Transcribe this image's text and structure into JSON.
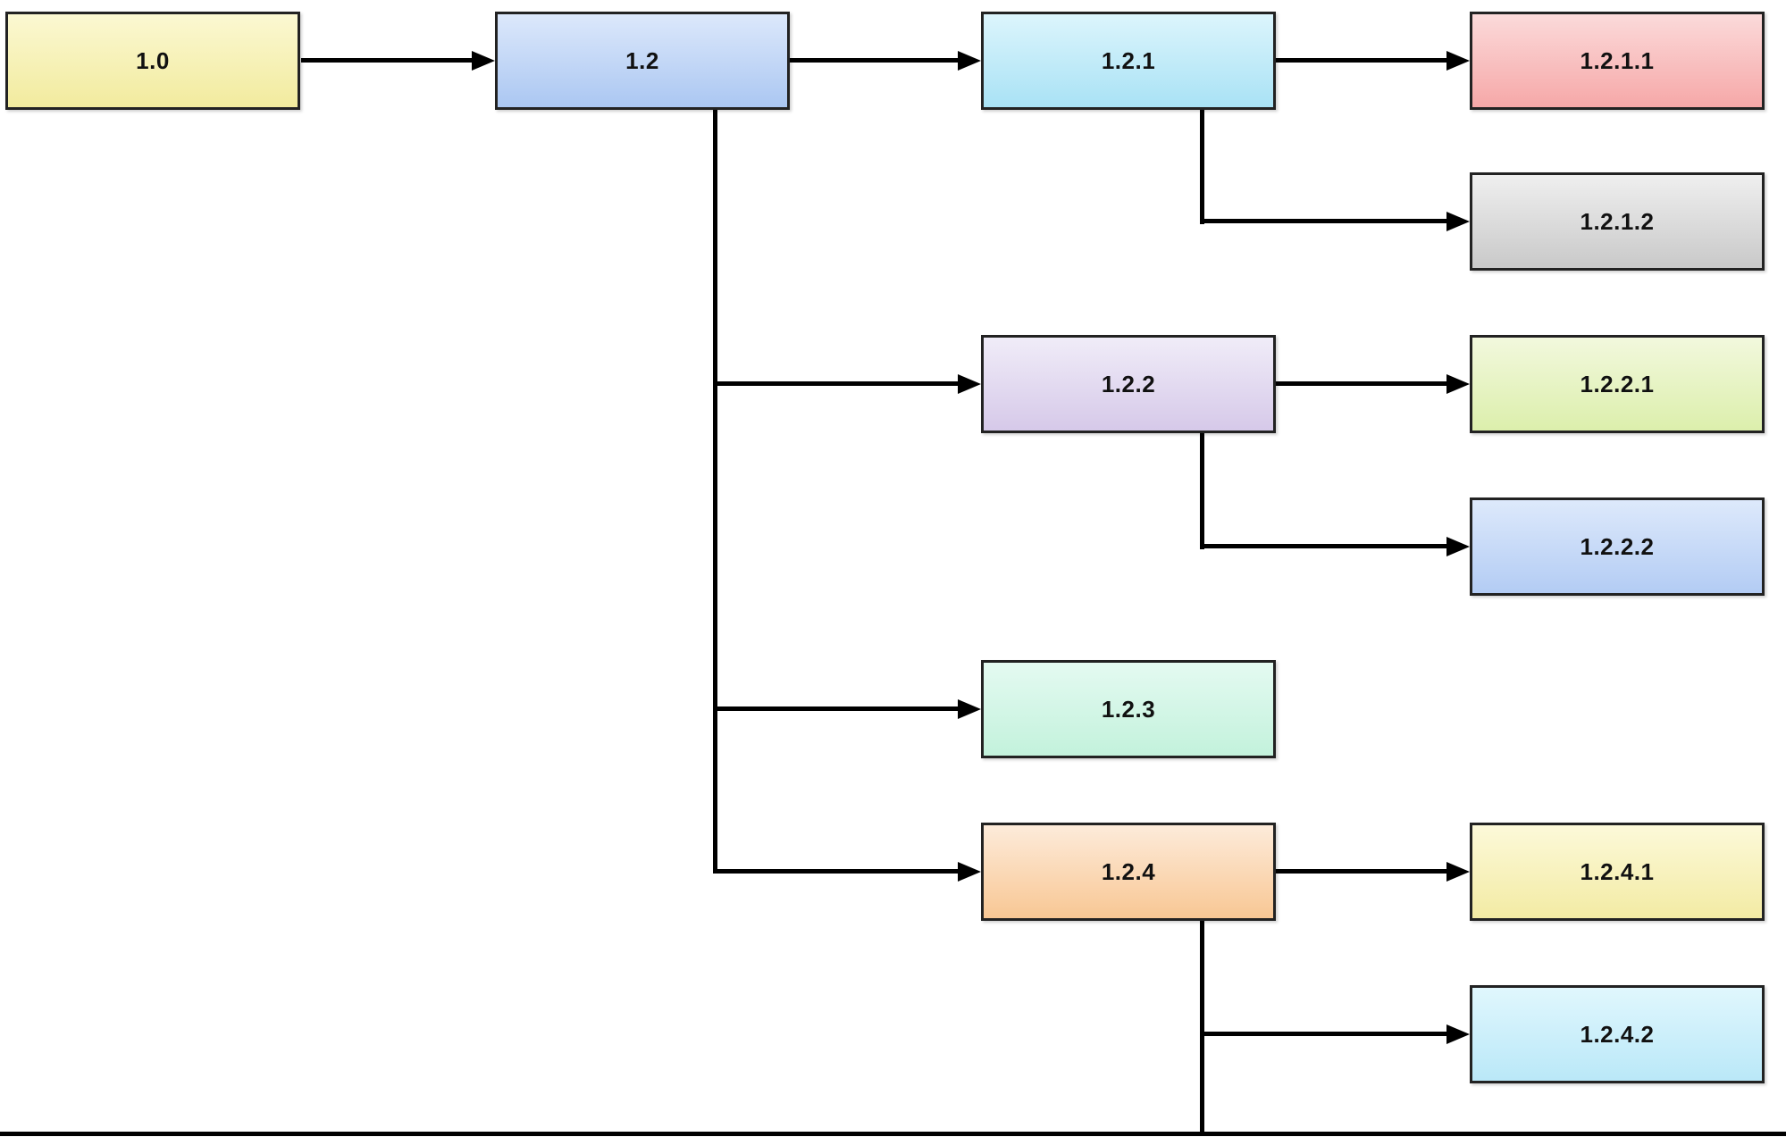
{
  "diagram": {
    "background_color": "#ffffff",
    "line_color": "#000000",
    "node_border_color": "#222222",
    "node_text_color": "#111111",
    "nodes": [
      {
        "id": "1.0",
        "label": "1.0",
        "gradient_top": "#FBF8D2",
        "gradient_bottom": "#F2EB9E"
      },
      {
        "id": "1.2",
        "label": "1.2",
        "gradient_top": "#DCE8FB",
        "gradient_bottom": "#ABC7F2"
      },
      {
        "id": "1.2.1",
        "label": "1.2.1",
        "gradient_top": "#DCF5FC",
        "gradient_bottom": "#A9E2F5"
      },
      {
        "id": "1.2.1.1",
        "label": "1.2.1.1",
        "gradient_top": "#FBDADA",
        "gradient_bottom": "#F6A8A8"
      },
      {
        "id": "1.2.1.2",
        "label": "1.2.1.2",
        "gradient_top": "#EFEFEF",
        "gradient_bottom": "#C9C9C9"
      },
      {
        "id": "1.2.2",
        "label": "1.2.2",
        "gradient_top": "#F0ECF8",
        "gradient_bottom": "#D6C9E9"
      },
      {
        "id": "1.2.2.1",
        "label": "1.2.2.1",
        "gradient_top": "#F2F8DD",
        "gradient_bottom": "#DCEFAC"
      },
      {
        "id": "1.2.2.2",
        "label": "1.2.2.2",
        "gradient_top": "#DDE9FB",
        "gradient_bottom": "#B3CCF4"
      },
      {
        "id": "1.2.3",
        "label": "1.2.3",
        "gradient_top": "#E4FAF1",
        "gradient_bottom": "#C3F2DC"
      },
      {
        "id": "1.2.4",
        "label": "1.2.4",
        "gradient_top": "#FDEBDA",
        "gradient_bottom": "#F8C794"
      },
      {
        "id": "1.2.4.1",
        "label": "1.2.4.1",
        "gradient_top": "#FCF9D9",
        "gradient_bottom": "#F3EBA4"
      },
      {
        "id": "1.2.4.2",
        "label": "1.2.4.2",
        "gradient_top": "#E0F7FD",
        "gradient_bottom": "#BAE8F8"
      }
    ],
    "edges": [
      {
        "from": "1.0",
        "to": "1.2"
      },
      {
        "from": "1.2",
        "to": "1.2.1"
      },
      {
        "from": "1.2",
        "to": "1.2.2"
      },
      {
        "from": "1.2",
        "to": "1.2.3"
      },
      {
        "from": "1.2",
        "to": "1.2.4"
      },
      {
        "from": "1.2.1",
        "to": "1.2.1.1"
      },
      {
        "from": "1.2.1",
        "to": "1.2.1.2"
      },
      {
        "from": "1.2.2",
        "to": "1.2.2.1"
      },
      {
        "from": "1.2.2",
        "to": "1.2.2.2"
      },
      {
        "from": "1.2.4",
        "to": "1.2.4.1"
      },
      {
        "from": "1.2.4",
        "to": "1.2.4.2"
      }
    ],
    "truncated_connector": {
      "from": "1.2.4",
      "direction": "down",
      "note": "vertical line continues to bottom rule, diagram cut off at bottom edge"
    }
  }
}
